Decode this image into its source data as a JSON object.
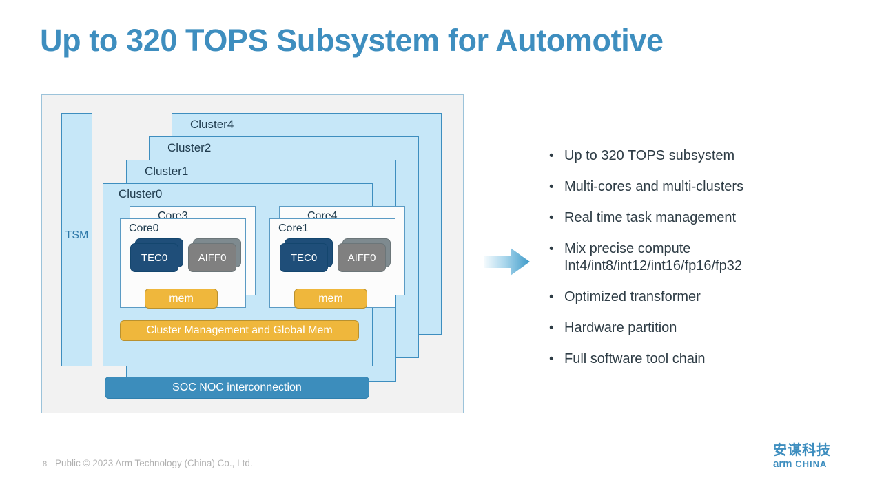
{
  "slide": {
    "title": "Up to 320 TOPS Subsystem for Automotive",
    "title_color": "#3E8EBF"
  },
  "diagram": {
    "tsm": {
      "label": "TSM"
    },
    "clusters": [
      {
        "label": "Cluster4"
      },
      {
        "label": "Cluster2"
      },
      {
        "label": "Cluster1"
      },
      {
        "label": "Cluster0"
      }
    ],
    "cores": [
      {
        "label": "Core3"
      },
      {
        "label": "Core0"
      },
      {
        "label": "Core4"
      },
      {
        "label": "Core1"
      }
    ],
    "blocks": {
      "tec_label": "TEC0",
      "aiff_label": "AIFF0",
      "mem_label": "mem"
    },
    "cluster_management_bar": "Cluster Management and Global Mem",
    "soc_noc_bar": "SOC NOC interconnection",
    "colors": {
      "frame_bg": "#F2F2F2",
      "cluster_fill": "#C6E7F8",
      "cluster_border": "#3E8EBF",
      "core_fill": "#FCFCFC",
      "tec_fill": "#1F4E79",
      "aiff_fill": "#808080",
      "mem_fill": "#EFB73C",
      "soc_fill": "#3C8DBC"
    }
  },
  "arrow": {
    "name": "right-arrow",
    "gradient_from": "#EAF4FA",
    "gradient_to": "#3E9BC9"
  },
  "bullets": {
    "marker": "•",
    "items": [
      "Up to 320 TOPS subsystem",
      "Multi-cores and multi-clusters",
      "Real time task management",
      "Mix precise compute\nInt4/int8/int12/int16/fp16/fp32",
      "Optimized transformer",
      "Hardware partition",
      "Full software tool chain"
    ]
  },
  "footer": {
    "page_number": "8",
    "copyright": "Public © 2023 Arm Technology (China) Co., Ltd."
  },
  "logo": {
    "chinese": "安谋科技",
    "arm": "arm",
    "china": "CHINA"
  }
}
